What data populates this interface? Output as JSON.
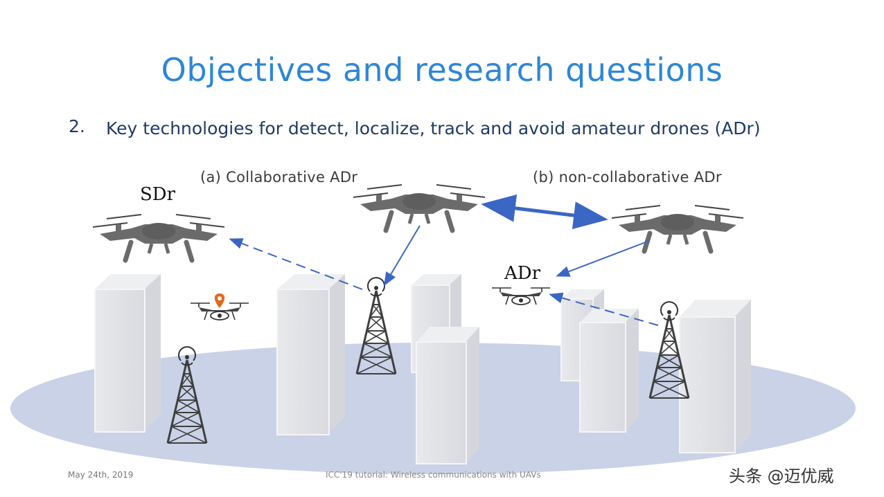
{
  "title": "Objectives and research questions",
  "bullet": {
    "number": "2.",
    "text": "Key technologies for detect, localize, track and avoid amateur drones (ADr)"
  },
  "captions": {
    "a": "(a) Collaborative ADr",
    "b": "(b) non-collaborative ADr"
  },
  "labels": {
    "sdr": "SDr",
    "adr": "ADr"
  },
  "footer": {
    "date": "May 24th, 2019",
    "center": "ICC'19 tutorial: Wireless communications with UAVs"
  },
  "watermark": "头条 @迈优威",
  "colors": {
    "title": "#2e86d6",
    "body_text": "#1f3b64",
    "arrow": "#3a66c4",
    "ground": "#c9d2e6",
    "building": "#e2e3e6",
    "drone": "#6b6b6b",
    "pin": "#e06a1d"
  },
  "icons": [
    "drone-icon",
    "small-drone-icon",
    "cell-tower-icon",
    "location-pin-icon",
    "building-block"
  ]
}
